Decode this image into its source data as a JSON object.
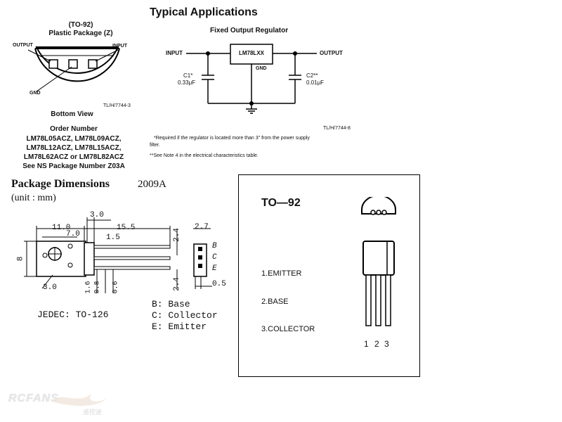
{
  "package": {
    "type": "(TO-92)",
    "name": "Plastic Package (Z)",
    "pin_output": "OUTPUT",
    "pin_input": "INPUT",
    "pin_gnd": "GND",
    "ref": "TL/H/7744-3",
    "view_label": "Bottom View",
    "order_title": "Order Number",
    "order_lines": [
      "LM78L05ACZ, LM78L09ACZ,",
      "LM78L12ACZ, LM78L15ACZ,",
      "LM78L62ACZ or LM78L82ACZ",
      "See NS Package Number Z03A"
    ]
  },
  "apps": {
    "title": "Typical Applications",
    "subtitle": "Fixed Output Regulator",
    "input": "INPUT",
    "output": "OUTPUT",
    "ic": "LM78LXX",
    "gnd": "GND",
    "c1_name": "C1*",
    "c1_val": "0.33μF",
    "c2_name": "C2**",
    "c2_val": "0.01μF",
    "ref": "TL/H/7744-8",
    "note1a": "*Required if the regulator is located more than 3\" from the power supply",
    "note1b": "filter.",
    "note2": "**See Note 4 in the electrical characteristics table."
  },
  "dims": {
    "title": "Package Dimensions",
    "code": "2009A",
    "unit": "(unit : mm)",
    "d_3_0_top": "3.0",
    "d_11_0": "11.0",
    "d_15_5": "15.5",
    "d_7_0": "7.0",
    "d_1_5": "1.5",
    "d_2_4_a": "2.4",
    "d_2_7": "2.7",
    "d_8": "8",
    "d_3_0_bot": "3.0",
    "d_1_6": "1.6",
    "d_0_8": "0.8",
    "d_0_6": "0.6",
    "d_2_4_b": "2.4",
    "d_0_5": "0.5",
    "pin_b": "B",
    "pin_c": "C",
    "pin_e": "E",
    "jedec": "JEDEC: TO-126",
    "legend": [
      "B: Base",
      "C: Collector",
      "E: Emitter"
    ]
  },
  "to92": {
    "title": "TO—92",
    "pins": [
      "1.EMITTER",
      "2.BASE",
      "3.COLLECTOR"
    ],
    "numbers": [
      "1",
      "2",
      "3"
    ]
  },
  "watermark": {
    "brand": "RCFANS",
    "cn": "遥控迷"
  }
}
